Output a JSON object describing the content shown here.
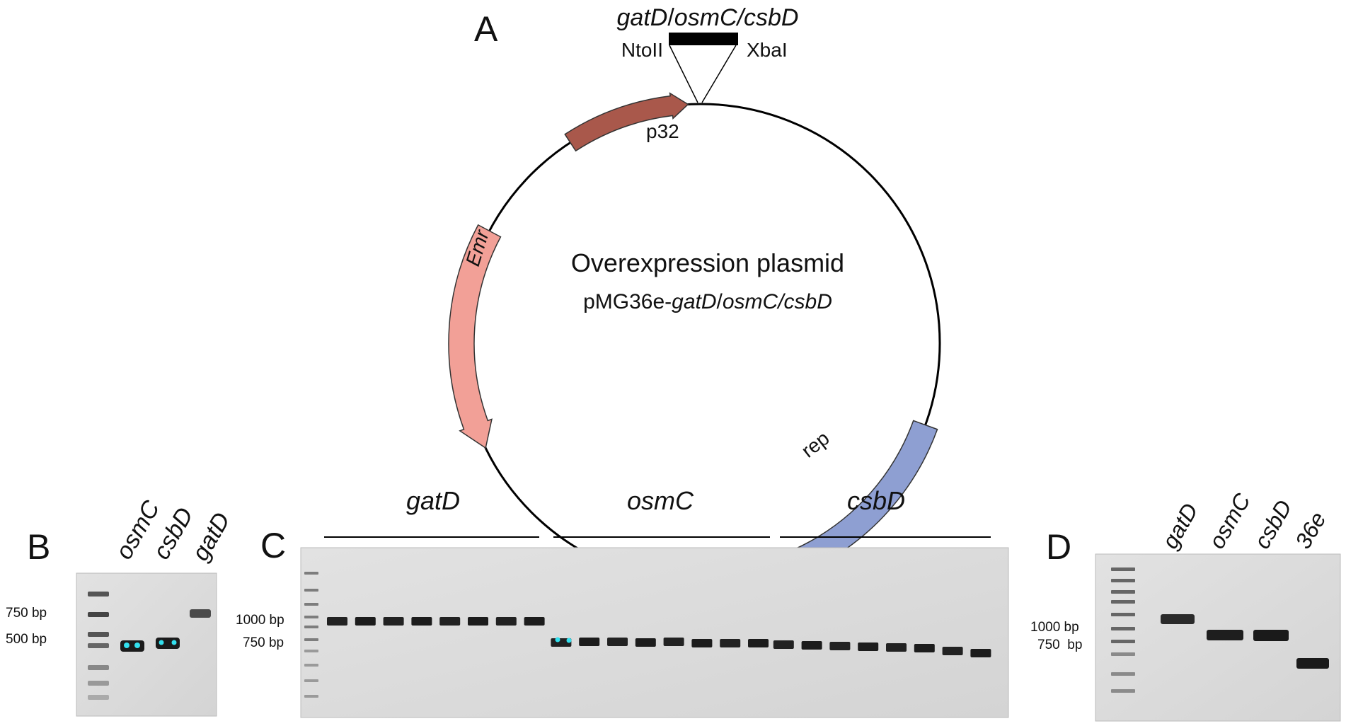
{
  "panels": {
    "a": "A",
    "b": "B",
    "c": "C",
    "d": "D"
  },
  "plasmid": {
    "insert_parts": [
      "gatD",
      "/",
      "osmC/csbD"
    ],
    "site_left": "NtoII",
    "site_right": "XbaI",
    "center_title": "Overexpression plasmid",
    "name_prefix": "pMG36e-",
    "name_italic": "gatD",
    "name_slash": "/",
    "name_suffix": "osmC/csbD",
    "genes": {
      "promoter": "p32",
      "emr": "Emr",
      "rep": "rep"
    },
    "colors": {
      "promoter": "#a9584b",
      "emr": "#f2a097",
      "rep": "#8e9fd2"
    }
  },
  "gel_b": {
    "lanes": [
      "osmC",
      "csbD",
      "gatD"
    ],
    "markers": [
      "750 bp",
      "500 bp"
    ]
  },
  "gel_c": {
    "groups": [
      "gatD",
      "osmC",
      "csbD"
    ],
    "markers": [
      "1000 bp",
      "750 bp"
    ]
  },
  "gel_d": {
    "lanes": [
      "gatD",
      "osmC",
      "csbD",
      "36e"
    ],
    "markers": [
      "1000 bp",
      "750  bp"
    ]
  }
}
